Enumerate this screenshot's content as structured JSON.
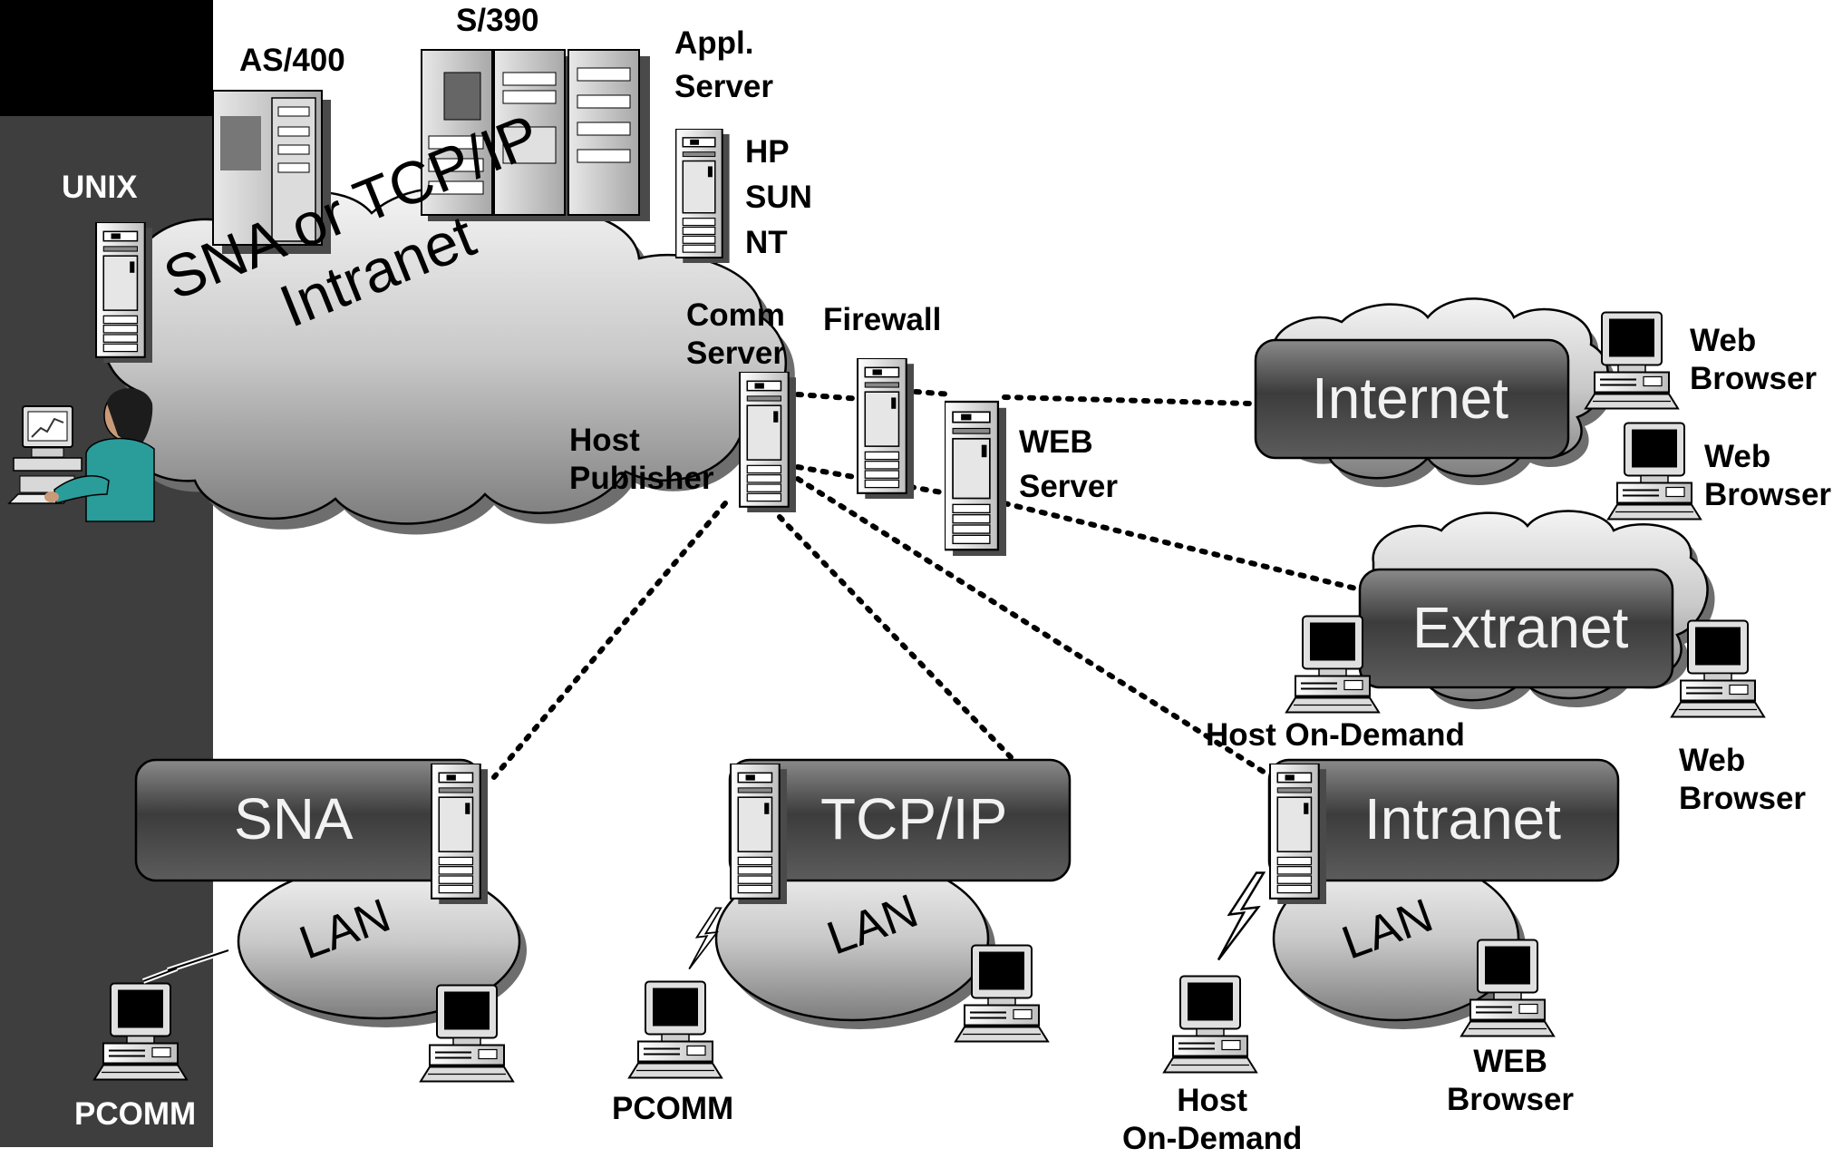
{
  "labels": {
    "unix": "UNIX",
    "as400": "AS/400",
    "s390": "S/390",
    "appl_server": "Appl.\nServer",
    "hp_sun_nt": "HP\nSUN\nNT",
    "comm_server": "Comm\nServer",
    "firewall": "Firewall",
    "host_publisher": "Host\nPublisher",
    "web_server": "WEB\nServer",
    "web_browser_1": "Web\nBrowser",
    "web_browser_2": "Web\nBrowser",
    "web_browser_3": "Web\nBrowser",
    "host_on_demand_top": "Host On-Demand",
    "pcomm_left": "PCOMM",
    "pcomm_mid": "PCOMM",
    "host_on_demand_bottom": "Host\nOn-Demand",
    "web_browser_bottom": "WEB\nBrowser"
  },
  "networks": {
    "intranet_cloud": "SNA or TCP/IP\nIntranet",
    "internet": "Internet",
    "extranet": "Extranet",
    "sna": "SNA",
    "tcpip": "TCP/IP",
    "intranet": "Intranet",
    "lan": "LAN"
  },
  "colors": {
    "sidebar": "#3e3e3e",
    "header_block": "#000000",
    "network_box": "#4a4a4a",
    "cloud": "#c8c8c8",
    "link": "#000000"
  }
}
